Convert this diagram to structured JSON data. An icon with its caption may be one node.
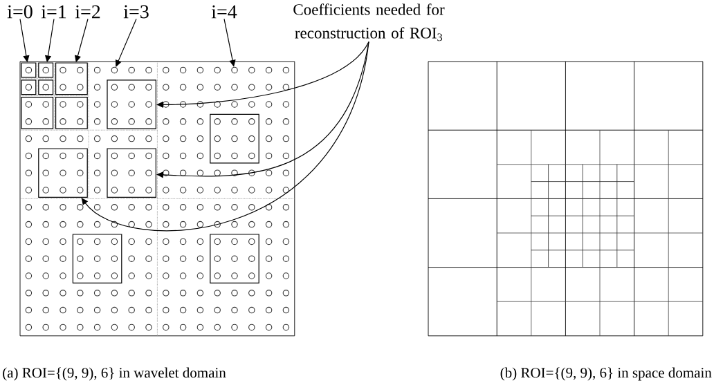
{
  "diagram": {
    "nodes": [
      {
        "text": [
          "i=0"
        ]
      },
      {
        "text": [
          "i=1"
        ]
      },
      {
        "text": [
          "i=2"
        ]
      },
      {
        "text": [
          "i=3"
        ]
      },
      {
        "text": [
          "i=4"
        ]
      },
      {
        "text": [
          "Coefficients needed for reconstruction of ROI$_{3}$"
        ]
      },
      {
        "text": [],
        "shape": "box"
      },
      {
        "text": [],
        "shape": "box"
      },
      {
        "text": [],
        "shape": "box"
      },
      {
        "text": [],
        "shape": "circle"
      },
      {
        "text": [],
        "shape": "circle"
      },
      {
        "text": [],
        "shape": "box"
      },
      {
        "text": [],
        "shape": "box"
      },
      {
        "text": [],
        "shape": "box"
      },
      {
        "text": [],
        "shape": "box"
      },
      {
        "text": [],
        "shape": "box"
      },
      {
        "text": [],
        "shape": "box"
      },
      {
        "text": [],
        "shape": "box"
      },
      {
        "text": [],
        "shape": "box"
      },
      {
        "text": [],
        "shape": "box"
      },
      {
        "text": [],
        "shape": "box"
      }
    ],
    "edges": [
      {
        "from": 0,
        "to": 6,
        "arrow": "to"
      },
      {
        "from": 1,
        "to": 7,
        "arrow": "to"
      },
      {
        "from": 2,
        "to": 8,
        "arrow": "to"
      },
      {
        "from": 3,
        "to": 9,
        "arrow": "to"
      },
      {
        "from": 4,
        "to": 10,
        "arrow": "to"
      },
      {
        "from": 5,
        "to": 13,
        "arrow": "to"
      },
      {
        "from": 5,
        "to": 18,
        "arrow": "to"
      },
      {
        "from": 5,
        "to": 17,
        "arrow": "to"
      }
    ],
    "labels": [
      "(a) ROI={(9, 9), 6} in wavelet domain",
      "(b) ROI={(9, 9), 6} in space domain"
    ]
  }
}
